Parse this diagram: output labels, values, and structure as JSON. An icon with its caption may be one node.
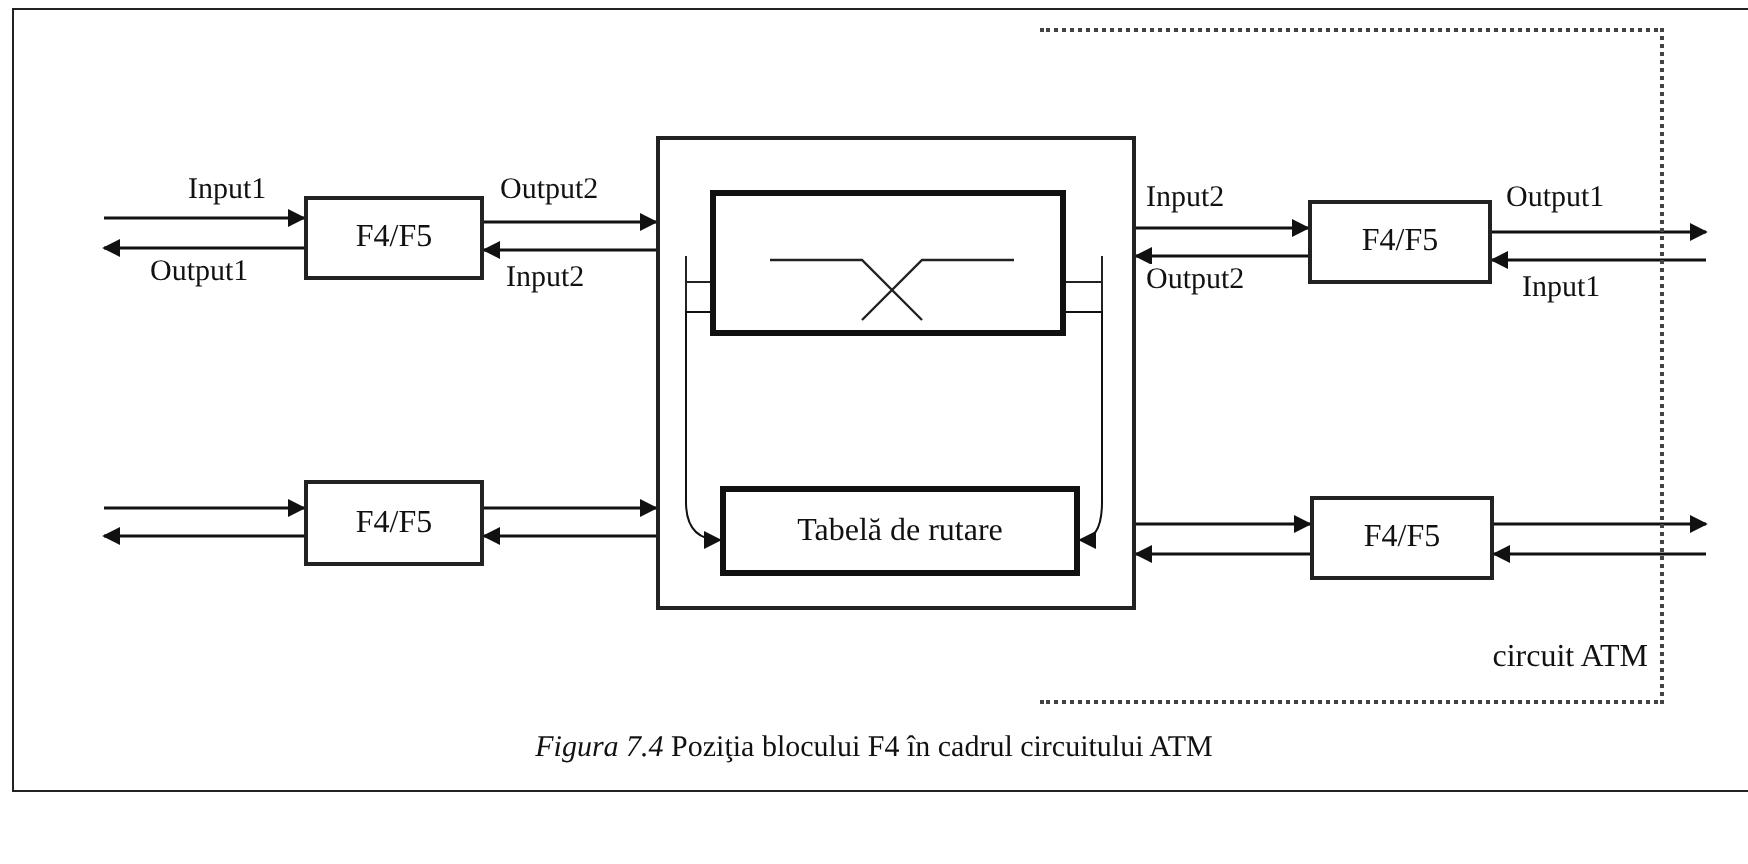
{
  "diagram": {
    "caption": "*Figura 7.4* Poziţia blocului F4 în cadrul circuitului ATM",
    "nodes": [
      {
        "text": [],
        "shape": "box"
      },
      {
        "text": [],
        "shape": "box",
        "in": 0
      },
      {
        "text": [
          "Tabelă de rutare"
        ],
        "in": 0
      },
      {
        "text": [
          "F4/F5"
        ]
      },
      {
        "text": [
          "F4/F5"
        ]
      },
      {
        "text": [
          "circuit ATM"
        ]
      },
      {
        "text": [
          "F4/F5"
        ],
        "in": 5
      },
      {
        "text": [
          "F4/F5"
        ],
        "in": 5
      }
    ],
    "edges": [
      {
        "from": null,
        "to": 3,
        "arrow": "to",
        "label": "Input1"
      },
      {
        "from": 3,
        "to": null,
        "arrow": "to",
        "label": "Output1"
      },
      {
        "from": 3,
        "to": 0,
        "arrow": "to",
        "label": "Output2"
      },
      {
        "from": 0,
        "to": 3,
        "arrow": "to",
        "label": "Input2"
      },
      {
        "from": null,
        "to": 4,
        "arrow": "to"
      },
      {
        "from": 4,
        "to": null,
        "arrow": "to"
      },
      {
        "from": 4,
        "to": 0,
        "arrow": "to"
      },
      {
        "from": 0,
        "to": 4,
        "arrow": "to"
      },
      {
        "from": 0,
        "to": 6,
        "arrow": "to",
        "label": "Input2"
      },
      {
        "from": 6,
        "to": 0,
        "arrow": "to",
        "label": "Output2"
      },
      {
        "from": 6,
        "to": null,
        "arrow": "to",
        "label": "Output1"
      },
      {
        "from": null,
        "to": 6,
        "arrow": "to",
        "label": "Input1"
      },
      {
        "from": 0,
        "to": 7,
        "arrow": "to"
      },
      {
        "from": 7,
        "to": 0,
        "arrow": "to"
      },
      {
        "from": 7,
        "to": null,
        "arrow": "to"
      },
      {
        "from": null,
        "to": 7,
        "arrow": "to"
      },
      {
        "from": 1,
        "to": 2,
        "arrow": "to"
      },
      {
        "from": 1,
        "to": 2,
        "arrow": "to"
      }
    ]
  }
}
